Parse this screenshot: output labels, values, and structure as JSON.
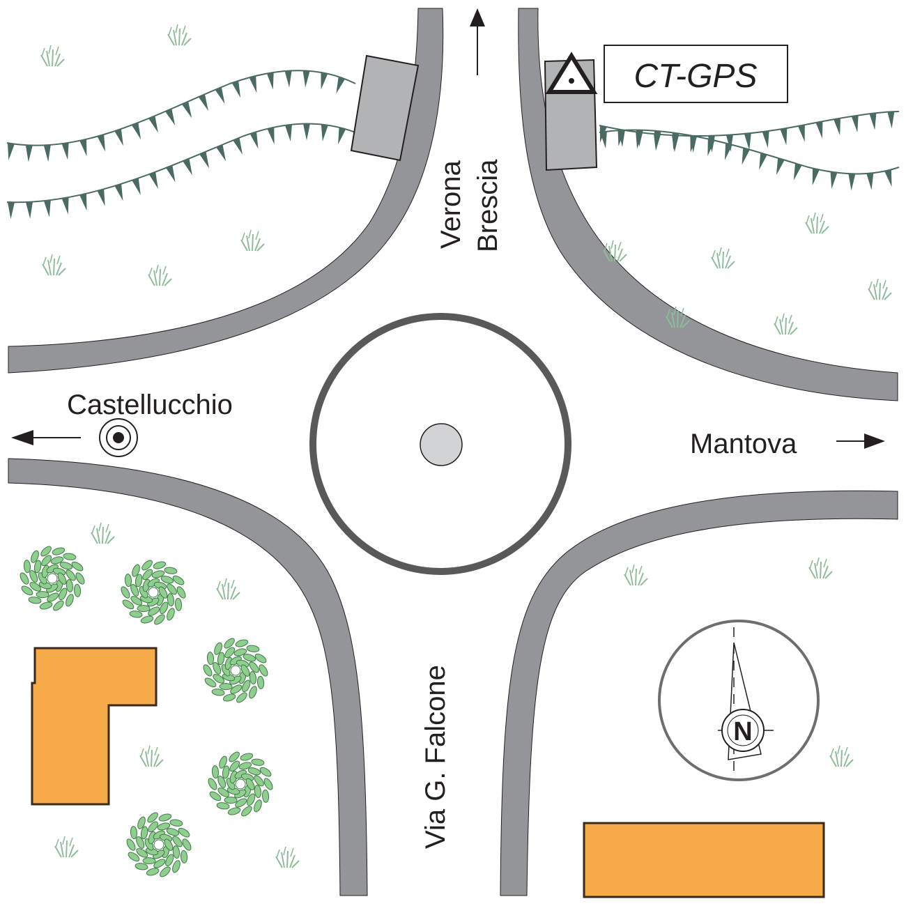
{
  "labels": {
    "north_route_1": "Verona",
    "north_route_2": "Brescia",
    "west_place": "Castellucchio",
    "east_place": "Mantova",
    "south_road": "Via G. Falcone",
    "station": "CT-GPS",
    "compass_letter": "N"
  },
  "colors": {
    "road_edge": "#939598",
    "roundabout_ring": "#58595b",
    "center_dot": "#d1d3d4",
    "bridge": "#b1b3b4",
    "embankment": "#4a6b63",
    "grass": "#8fbc9a",
    "bush_fill": "#8fce8f",
    "bush_stroke": "#3e7a45",
    "building_fill": "#f7aa48",
    "building_stroke": "#3a2a1a",
    "compass_ring": "#6d6e71"
  },
  "icons": {
    "station_marker": "triangle-with-dot",
    "west_marker": "concentric-circles-target",
    "north_arrow": "compass-rose"
  }
}
